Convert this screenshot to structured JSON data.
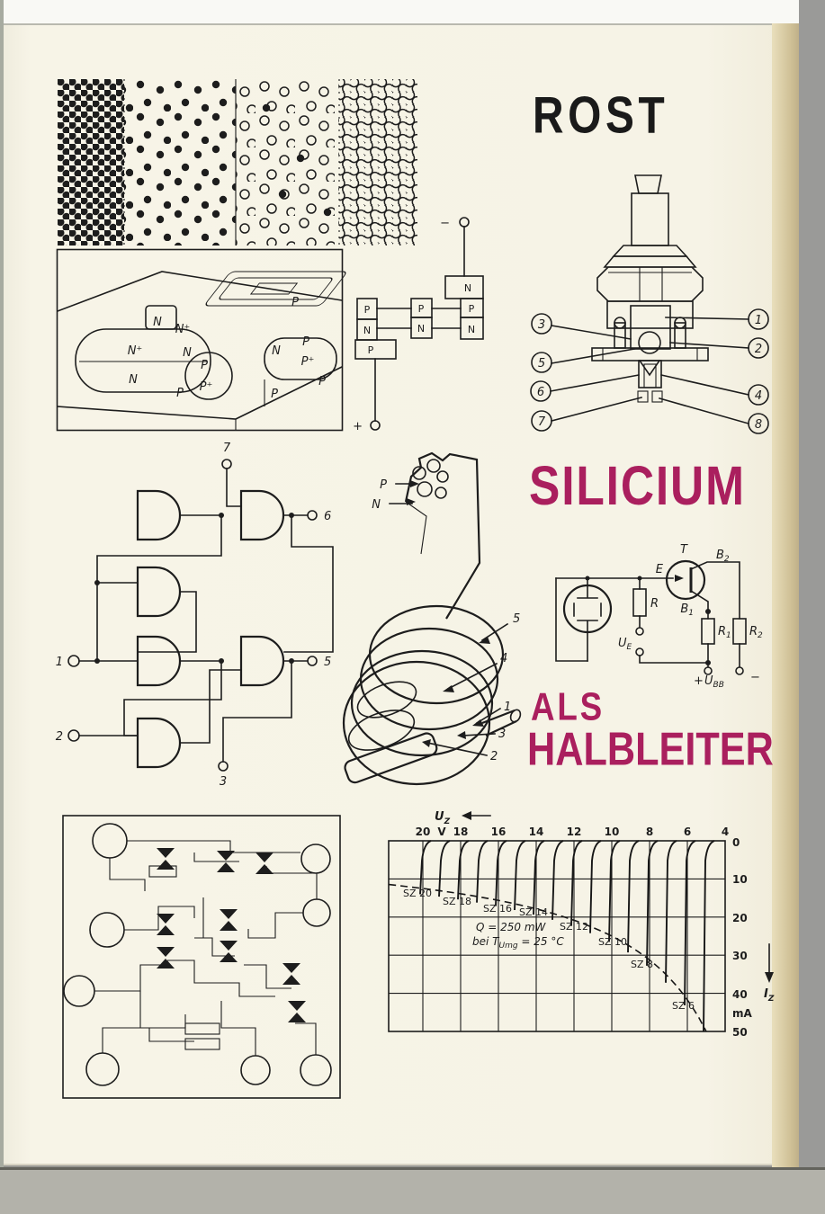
{
  "page": {
    "author": "ROST",
    "title": "SILICIUM",
    "subtitle_small": "ALS",
    "subtitle_large": "HALBLEITER",
    "accent_color": "#aa1f5e"
  },
  "figures": {
    "pn_schematic": {
      "cells": [
        "P",
        "N",
        "P",
        "P",
        "N",
        "N",
        "P",
        "N"
      ],
      "minus": "−",
      "plus": "+"
    },
    "chip_block": {
      "labels": [
        "N",
        "N⁺",
        "N",
        "P",
        "N⁺",
        "N",
        "P",
        "P⁺",
        "P",
        "P",
        "N",
        "P",
        "P⁺",
        "P"
      ]
    },
    "diode_cutaway": {
      "callouts": [
        "3",
        "5",
        "6",
        "7",
        "1",
        "2",
        "4",
        "8"
      ]
    },
    "logic_circuit": {
      "terminals": [
        "7",
        "6",
        "1",
        "5",
        "2",
        "3"
      ]
    },
    "crystal_coil": {
      "p": "P",
      "n": "N",
      "callouts": [
        "5",
        "4",
        "1",
        "3",
        "2"
      ]
    },
    "oscillator": {
      "t": "T",
      "e": "E",
      "r": "R",
      "b2m": "B",
      "b2s": "2",
      "b1m": "B",
      "b1s": "1",
      "r1m": "R",
      "r1s": "1",
      "r2m": "R",
      "r2s": "2",
      "uem": "U",
      "ues": "E",
      "plus": "+",
      "ubbm": "U",
      "ubbs": "BB",
      "minus": "−"
    }
  },
  "chart": {
    "uzm": "U",
    "uzs": "Z",
    "izm": "I",
    "izs": "Z",
    "x_ticks": [
      "20",
      "18",
      "16",
      "14",
      "12",
      "10",
      "8",
      "6",
      "4"
    ],
    "x_unit": "V",
    "y_ticks": [
      "0",
      "10",
      "20",
      "30",
      "40",
      "50"
    ],
    "y_unit": "mA",
    "ann1": "Q = 250 mW",
    "ann2a": "bei T",
    "ann2b": "Umg",
    "ann2c": " = 25 °C"
  },
  "chart_data": {
    "type": "line",
    "x_axis": {
      "label": "U_Z",
      "unit": "V",
      "ticks": [
        20,
        18,
        16,
        14,
        12,
        10,
        8,
        6,
        4
      ],
      "range": [
        22,
        4
      ],
      "direction": "values increase to the left"
    },
    "y_axis": {
      "label": "I_Z",
      "unit": "mA",
      "ticks": [
        0,
        10,
        20,
        30,
        40,
        50
      ],
      "range": [
        0,
        50
      ],
      "direction": "values increase downward"
    },
    "sz_labels": [
      "SZ 20",
      "SZ 18",
      "SZ 16",
      "SZ 14",
      "SZ 12",
      "SZ 10",
      "SZ 8",
      "SZ 6"
    ],
    "series": [
      {
        "name": "SZ 6",
        "breakdown_v": 6,
        "max_current_ma": 41.7
      },
      {
        "name": "SZ 8",
        "breakdown_v": 8,
        "max_current_ma": 31.3
      },
      {
        "name": "SZ 10",
        "breakdown_v": 10,
        "max_current_ma": 25.0
      },
      {
        "name": "SZ 12",
        "breakdown_v": 12,
        "max_current_ma": 20.8
      },
      {
        "name": "SZ 14",
        "breakdown_v": 14,
        "max_current_ma": 17.9
      },
      {
        "name": "SZ 16",
        "breakdown_v": 16,
        "max_current_ma": 15.6
      },
      {
        "name": "SZ 18",
        "breakdown_v": 18,
        "max_current_ma": 13.9
      },
      {
        "name": "SZ 20",
        "breakdown_v": 20,
        "max_current_ma": 12.5
      }
    ],
    "curve_voltages": [
      20,
      19,
      18,
      17,
      16,
      15,
      14,
      13,
      12,
      11,
      10,
      9,
      8,
      7,
      6,
      5
    ],
    "power_limit_mW": 250,
    "annotation": "Q = 250 mW bei T_Umg = 25 °C",
    "grid": true
  }
}
